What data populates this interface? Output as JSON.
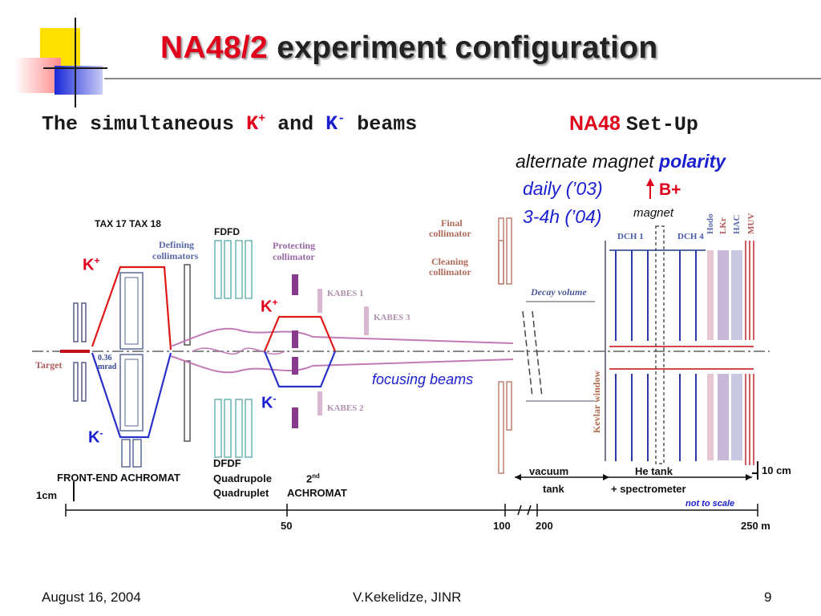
{
  "slide": {
    "title_accent": "NA48/2",
    "title_rest": "experiment configuration",
    "subtitle_left_1": "The simultaneous",
    "subtitle_left_kplus": "K",
    "subtitle_left_and": "and",
    "subtitle_left_kminus": "K",
    "subtitle_left_beams": "beams",
    "subtitle_right_accent": "NA48",
    "subtitle_right_rest": "Set-Up",
    "sup_plus": "+",
    "sup_minus": "-"
  },
  "annotations": {
    "alternate_prefix": "alternate magnet",
    "alternate_polarity": "polarity",
    "daily": "daily (’03)",
    "hours": "3-4h (’04)",
    "bfield": "B+",
    "magnet": "magnet",
    "focusing": "focusing beams"
  },
  "labels": {
    "tax": "TAX 17 TAX 18",
    "fdfd": "FDFD",
    "dfdf": "DFDF",
    "quadrupole": "Quadrupole",
    "quadruplet": "Quadruplet",
    "second": "2",
    "second_sup": "nd",
    "achromat": "ACHROMAT",
    "front_end": "FRONT-END ACHROMAT",
    "one_cm": "1cm",
    "ten_cm": "10 cm",
    "vacuum": "vacuum",
    "tank": "tank",
    "he_tank": "He  tank",
    "spectrometer": "+ spectrometer",
    "not_to_scale": "not  to  scale",
    "k_plus_1": "K",
    "k_plus_2": "K",
    "k_minus_1": "K",
    "k_minus_2": "K"
  },
  "image_text": {
    "defining": "Defining",
    "collimators": "collimators",
    "protecting": "Protecting",
    "collimator": "collimator",
    "kabes1": "KABES 1",
    "kabes2": "KABES 2",
    "kabes3": "KABES 3",
    "final": "Final",
    "final_coll": "collimator",
    "cleaning": "Cleaning",
    "cleaning_coll": "collimator",
    "decay_volume": "Decay volume",
    "dch1": "DCH 1",
    "dch4": "DCH 4",
    "hodo": "Hodo",
    "lkr": "LKr",
    "hac": "HAC",
    "muv": "MUV",
    "kevlar": "Kevlar window",
    "target": "Target",
    "angle1": "0.36",
    "angle2": "mrad"
  },
  "axis": {
    "ticks": [
      "50",
      "100",
      "200",
      "250 m"
    ]
  },
  "footer": {
    "date": "August 16, 2004",
    "author": "V.Kekelidze, JINR",
    "page": "9"
  },
  "colors": {
    "accent_red": "#e0001b",
    "accent_blue": "#1a20d0",
    "beam_purple": "#a05a9a",
    "decor_yellow": "#ffe000",
    "decor_blue": "#2a3adc"
  }
}
